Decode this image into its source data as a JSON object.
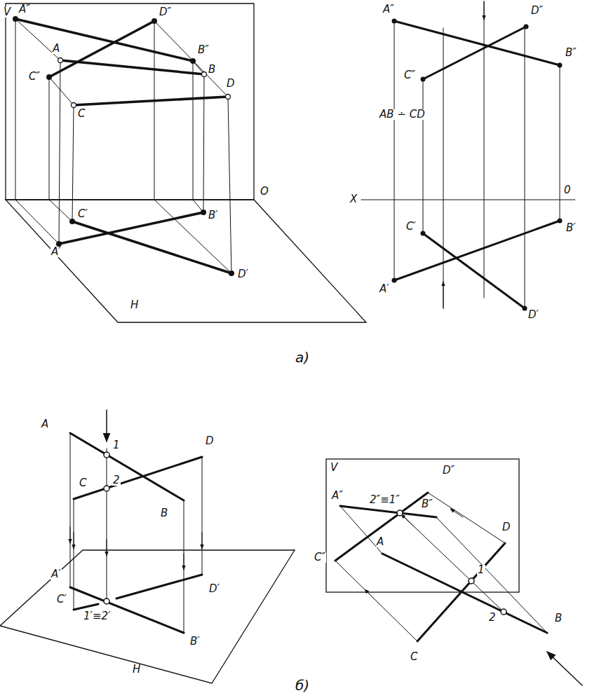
{
  "diagram": {
    "labels": [
      "V",
      "A″",
      "D″",
      "A",
      "B″",
      "B",
      "C″",
      "D",
      "C",
      "O",
      "C′",
      "B′",
      "A′",
      "D′",
      "H",
      "A″",
      "D″",
      "B″",
      "C″",
      "X",
      "0",
      "C′",
      "B′",
      "A′",
      "D′",
      "AB ∸ CD",
      "а)",
      "A",
      "1",
      "D",
      "C",
      "2",
      "B",
      "A′",
      "C′",
      "1′≡2′",
      "D′",
      "B′",
      "H",
      "V",
      "A″",
      "2″≡1″",
      "B″",
      "D″",
      "D",
      "A",
      "1",
      "C″",
      "2",
      "B",
      "C",
      "б)"
    ]
  }
}
